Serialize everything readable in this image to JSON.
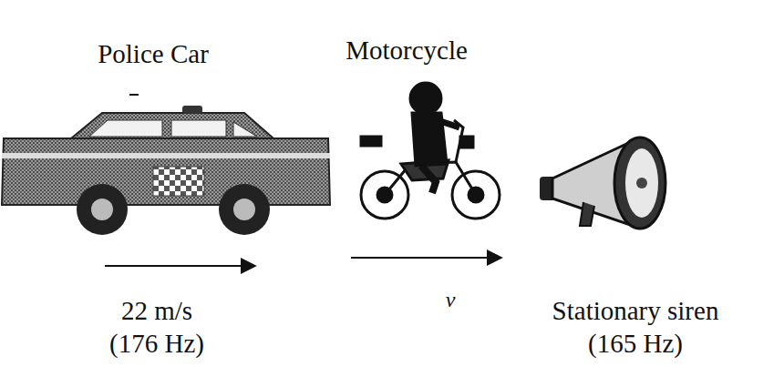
{
  "diagram": {
    "labels": [
      "Police Car",
      "Motorcycle",
      "22 m/s",
      "(176 Hz)",
      "v",
      "Stationary siren",
      "(165 Hz)"
    ]
  }
}
